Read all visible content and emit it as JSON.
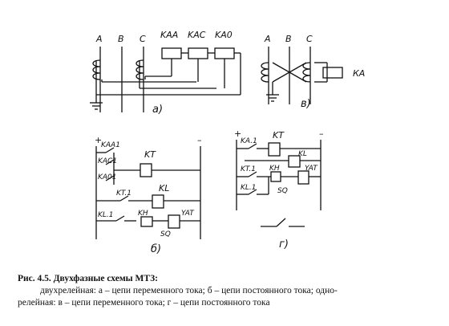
{
  "diagram_a": {
    "phases": [
      "A",
      "B",
      "C"
    ],
    "relays": [
      "KAA",
      "KAC",
      "KA0"
    ],
    "sublabel": "а)"
  },
  "diagram_v": {
    "phases": [
      "A",
      "B",
      "C"
    ],
    "relay": "КА",
    "sublabel": "в)"
  },
  "diagram_b": {
    "plus": "+",
    "minus": "–",
    "labels": [
      "KAA1",
      "KAC1",
      "KA01",
      "KT",
      "KT.1",
      "KL",
      "KL.1",
      "KH",
      "YAT",
      "SQ"
    ],
    "sublabel": "б)"
  },
  "diagram_g": {
    "plus": "+",
    "minus": "–",
    "labels": [
      "KA.1",
      "KT",
      "KL",
      "KT.1",
      "KH",
      "YAT",
      "KL.1",
      "SQ"
    ],
    "sublabel": "г)"
  },
  "caption": {
    "title": "Рис. 4.5. Двухфазные схемы  МТЗ:",
    "line1": "двухрелейная: а – цепи переменного тока; б – цепи постоянного тока; одно-",
    "line2": "релейная: в – цепи переменного тока; г – цепи постоянного тока"
  }
}
